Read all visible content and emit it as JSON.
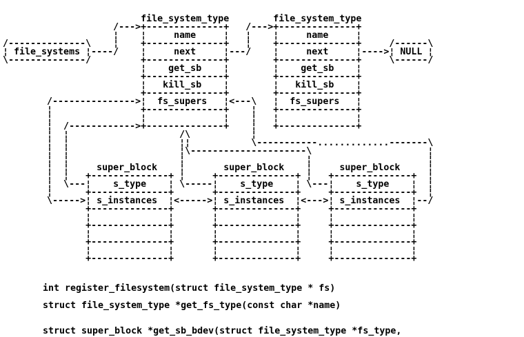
{
  "page": {
    "background_color": "#ffffff",
    "text_color": "#000000"
  },
  "diagram": {
    "description": "ASCII-art diagram of Linux VFS file_system_type and super_block structures",
    "lines": [
      "                         file_system_type        file_system_type",
      "                    /--->+--------------+   /--->+--------------+",
      "                    ¦    ¦     name     ¦   ¦    ¦     name     ¦",
      "/--------------\\    ¦    +--------------+   ¦    +--------------+     /------\\",
      "¦ file_systems ¦----/    ¦     next     ¦---/    ¦     next     ¦---->¦ NULL ¦",
      "\\--------------/         +--------------+        +--------------+     \\------/",
      "                         ¦    get_sb    ¦        ¦    get_sb    ¦",
      "                         +--------------+        +--------------+",
      "                         ¦   kill_sb    ¦        ¦   kill_sb    ¦",
      "                         +--------------+        +--------------+",
      "        /--------------->¦  fs_supers   ¦<---\\   ¦  fs_supers   ¦",
      "        ¦                +--------------+    ¦   +--------------+",
      "        ¦                ¦              ¦    ¦   ¦              ¦",
      "        ¦  /------------>+--------------+    ¦   +--------------+",
      "        ¦  ¦                    /\\           ¦",
      "        ¦  ¦                    ¦¦           \\-----------.............-------\\",
      "        ¦  ¦                    ¦\\---------------------\\                     ¦",
      "        ¦  ¦                    ¦                      ¦                     ¦",
      "        ¦  ¦     super_block    ¦       super_block    ¦     super_block     ¦",
      "        ¦  ¦   +--------------+ ¦     +--------------+ ¦   +--------------+  ¦",
      "        ¦  \\---¦    s_type    ¦ \\-----¦    s_type    ¦ \\---¦    s_type    ¦  ¦",
      "        ¦      +--------------+       +--------------+     +--------------+  ¦",
      "        \\----->¦ s_instances  ¦<----->¦ s_instances  ¦<--->¦ s_instances  ¦--/",
      "               +--------------+       +--------------+     +--------------+",
      "               ¦              ¦       ¦              ¦     ¦              ¦",
      "               +--------------+       +--------------+     +--------------+",
      "               ¦              ¦       ¦              ¦     ¦              ¦",
      "               +--------------+       +--------------+     +--------------+",
      "               ¦              ¦       ¦              ¦     ¦              ¦",
      "               +--------------+       +--------------+     +--------------+"
    ],
    "structures": {
      "file_systems_label": "file_systems",
      "null_label": "NULL",
      "file_system_type": {
        "title": "file_system_type",
        "fields": [
          "name",
          "next",
          "get_sb",
          "kill_sb",
          "fs_supers",
          ""
        ]
      },
      "super_block": {
        "title": "super_block",
        "fields": [
          "s_type",
          "s_instances",
          "",
          "",
          ""
        ]
      }
    }
  },
  "code": {
    "lines": [
      "int register_filesystem(struct file_system_type * fs)",
      "struct file_system_type *get_fs_type(const char *name)",
      "struct super_block *get_sb_bdev(struct file_system_type *fs_type,"
    ]
  }
}
